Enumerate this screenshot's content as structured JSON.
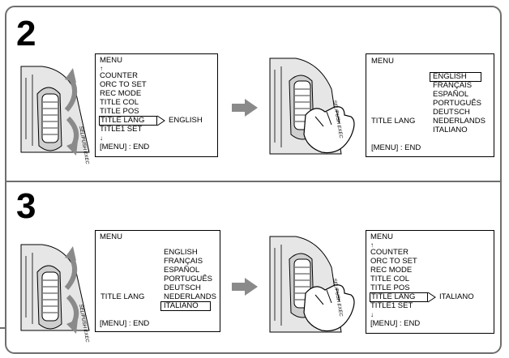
{
  "steps": {
    "top": "2",
    "bottom": "3"
  },
  "dial_label": "SEL/PUSH EXEC",
  "screen_a": {
    "title": "MENU",
    "up_arrow": "↑",
    "items": [
      "COUNTER",
      "ORC TO SET",
      "REC MODE",
      "TITLE COL",
      "TITLE POS"
    ],
    "selected_item": "TITLE LANG",
    "selected_value": "ENGLISH",
    "after_item": "TITLE1 SET",
    "down_arrow": "↓",
    "footer": "[MENU] : END"
  },
  "screen_b": {
    "title": "MENU",
    "label": "TITLE LANG",
    "languages": [
      "ENGLISH",
      "FRANÇAIS",
      "ESPAÑOL",
      "PORTUGUÊS",
      "DEUTSCH",
      "NEDERLANDS",
      "ITALIANO"
    ],
    "selected_language": "ENGLISH",
    "footer": "[MENU] : END"
  },
  "screen_c": {
    "title": "MENU",
    "label": "TITLE LANG",
    "languages": [
      "ENGLISH",
      "FRANÇAIS",
      "ESPAÑOL",
      "PORTUGUÊS",
      "DEUTSCH",
      "NEDERLANDS",
      "ITALIANO"
    ],
    "selected_language": "ITALIANO",
    "footer": "[MENU] : END"
  },
  "screen_d": {
    "title": "MENU",
    "up_arrow": "↑",
    "items": [
      "COUNTER",
      "ORC TO SET",
      "REC MODE",
      "TITLE COL",
      "TITLE POS"
    ],
    "selected_item": "TITLE LANG",
    "selected_value": "ITALIANO",
    "after_item": "TITLE1 SET",
    "down_arrow": "↓",
    "footer": "[MENU] : END"
  },
  "colors": {
    "frame": "#6e6e6e",
    "arrow": "#8a8a8a",
    "device": "#d8d8d8"
  }
}
